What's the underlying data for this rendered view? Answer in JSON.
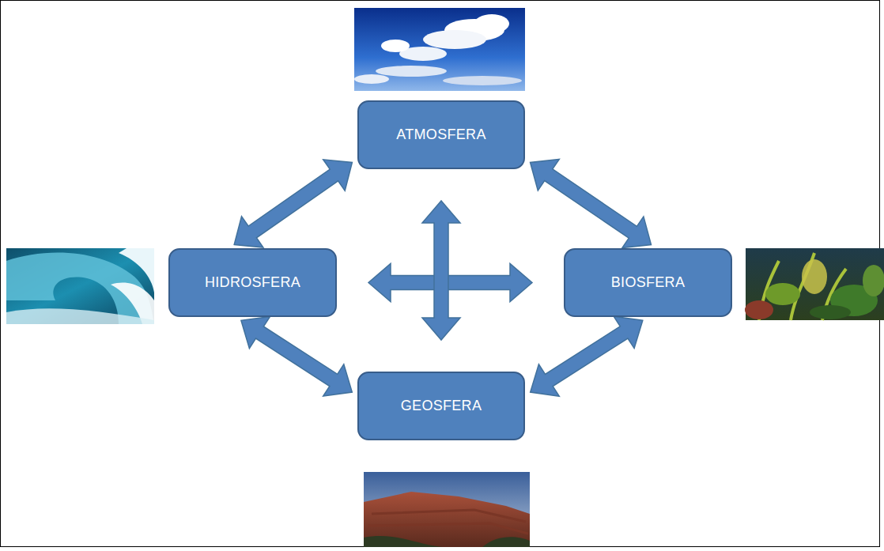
{
  "diagram": {
    "nodes": [
      {
        "text": [
          "ATMOSFERA"
        ]
      },
      {
        "text": [
          "HIDROSFERA"
        ]
      },
      {
        "text": [
          "BIOSFERA"
        ]
      },
      {
        "text": [
          "GEOSFERA"
        ]
      }
    ],
    "edges": [
      {
        "from": 1,
        "to": 0,
        "arrow": "both"
      },
      {
        "from": 0,
        "to": 2,
        "arrow": "both"
      },
      {
        "from": 1,
        "to": 2,
        "arrow": "both"
      },
      {
        "from": 0,
        "to": 3,
        "arrow": "both"
      },
      {
        "from": 1,
        "to": 3,
        "arrow": "both"
      },
      {
        "from": 2,
        "to": 3,
        "arrow": "both"
      }
    ]
  }
}
